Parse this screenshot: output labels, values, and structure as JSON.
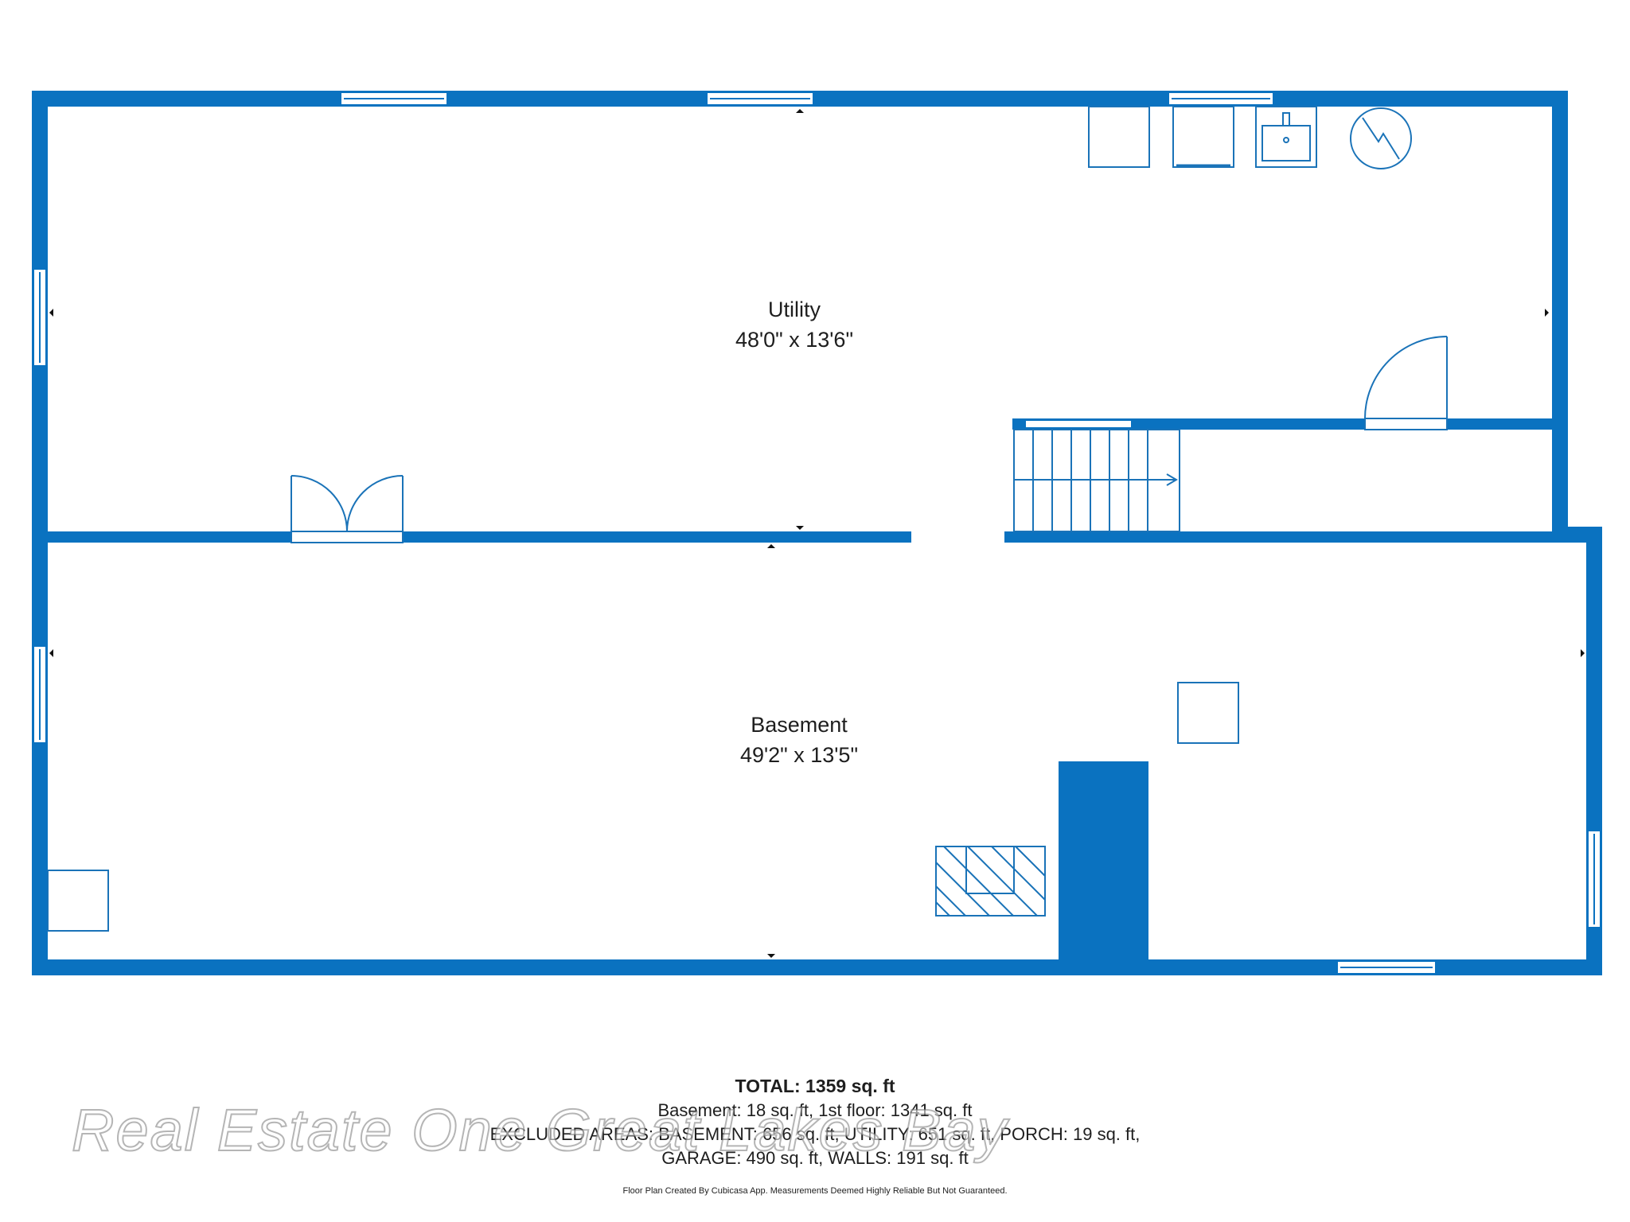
{
  "rooms": {
    "utility": {
      "name": "Utility",
      "dimensions": "48'0\" x 13'6\""
    },
    "basement": {
      "name": "Basement",
      "dimensions": "49'2\" x 13'5\""
    }
  },
  "footer": {
    "total": "TOTAL: 1359 sq. ft",
    "line1": "Basement: 18 sq. ft, 1st floor: 1341 sq. ft",
    "line2": "EXCLUDED AREAS: BASEMENT: 656 sq. ft, UTILITY: 651 sq. ft, PORCH: 19 sq. ft,",
    "line3": "GARAGE: 490 sq. ft, WALLS: 191 sq. ft",
    "credit": "Floor Plan Created By Cubicasa App. Measurements Deemed Highly Reliable But Not Guaranteed."
  },
  "watermark": "Real Estate One Great Lakes Bay",
  "colors": {
    "wall": "#0a72c0",
    "background": "#ffffff",
    "fixture_line": "#1a73b8"
  }
}
